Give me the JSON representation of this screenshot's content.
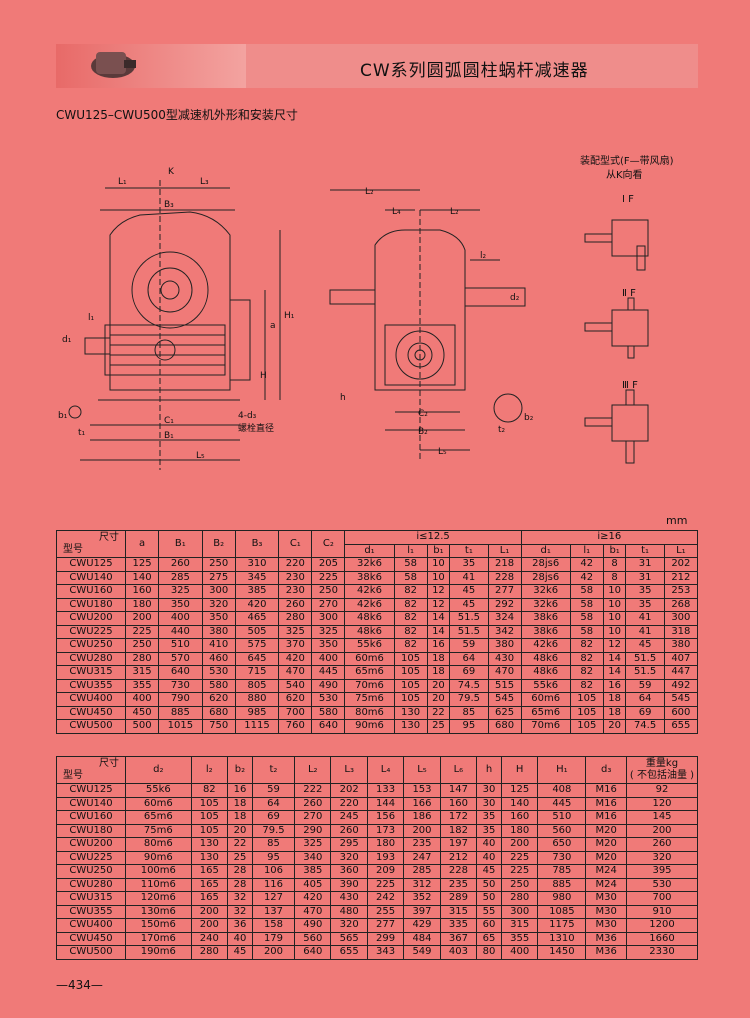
{
  "header": {
    "title": "CW系列圆弧圆柱蜗杆减速器"
  },
  "subtitle": "CWU125–CWU500型减速机外形和安装尺寸",
  "unit": "mm",
  "drawing": {
    "labels": {
      "K": "K",
      "L1": "L₁",
      "L3": "L₃",
      "B3": "B₃",
      "a": "a",
      "H1": "H₁",
      "H": "H",
      "l1": "l₁",
      "d1": "d₁",
      "b1": "b₁",
      "t1": "t₁",
      "C1": "C₁",
      "B1": "B₁",
      "L5": "L₅",
      "bolt": "4-d₃",
      "bolt_text": "螺栓直径",
      "L2": "L₂",
      "L4": "L₄",
      "L2b": "L₂",
      "l2": "l₂",
      "d2": "d₂",
      "h": "h",
      "C2": "C₂",
      "B2": "B₂",
      "L5b": "L₅",
      "t2": "t₂",
      "b2": "b₂"
    },
    "assembly_title": "装配型式(F—带风扇)",
    "assembly_sub": "从K向看",
    "assembly_types": [
      "Ⅰ F",
      "Ⅱ F",
      "Ⅲ F"
    ]
  },
  "table1": {
    "corner_top": "尺寸",
    "corner_bottom": "型号",
    "headers": [
      "a",
      "B₁",
      "B₂",
      "B₃",
      "C₁",
      "C₂"
    ],
    "group1": "i≤12.5",
    "group2": "i≥16",
    "subheaders": [
      "d₁",
      "l₁",
      "b₁",
      "t₁",
      "L₁",
      "d₁",
      "l₁",
      "b₁",
      "t₁",
      "L₁"
    ],
    "rows": [
      [
        "CWU125",
        "125",
        "260",
        "250",
        "310",
        "220",
        "205",
        "32k6",
        "58",
        "10",
        "35",
        "218",
        "28js6",
        "42",
        "8",
        "31",
        "202"
      ],
      [
        "CWU140",
        "140",
        "285",
        "275",
        "345",
        "230",
        "225",
        "38k6",
        "58",
        "10",
        "41",
        "228",
        "28js6",
        "42",
        "8",
        "31",
        "212"
      ],
      [
        "CWU160",
        "160",
        "325",
        "300",
        "385",
        "230",
        "250",
        "42k6",
        "82",
        "12",
        "45",
        "277",
        "32k6",
        "58",
        "10",
        "35",
        "253"
      ],
      [
        "CWU180",
        "180",
        "350",
        "320",
        "420",
        "260",
        "270",
        "42k6",
        "82",
        "12",
        "45",
        "292",
        "32k6",
        "58",
        "10",
        "35",
        "268"
      ],
      [
        "CWU200",
        "200",
        "400",
        "350",
        "465",
        "280",
        "300",
        "48k6",
        "82",
        "14",
        "51.5",
        "324",
        "38k6",
        "58",
        "10",
        "41",
        "300"
      ],
      [
        "CWU225",
        "225",
        "440",
        "380",
        "505",
        "325",
        "325",
        "48k6",
        "82",
        "14",
        "51.5",
        "342",
        "38k6",
        "58",
        "10",
        "41",
        "318"
      ],
      [
        "CWU250",
        "250",
        "510",
        "410",
        "575",
        "370",
        "350",
        "55k6",
        "82",
        "16",
        "59",
        "380",
        "42k6",
        "82",
        "12",
        "45",
        "380"
      ],
      [
        "CWU280",
        "280",
        "570",
        "460",
        "645",
        "420",
        "400",
        "60m6",
        "105",
        "18",
        "64",
        "430",
        "48k6",
        "82",
        "14",
        "51.5",
        "407"
      ],
      [
        "CWU315",
        "315",
        "640",
        "530",
        "715",
        "470",
        "445",
        "65m6",
        "105",
        "18",
        "69",
        "470",
        "48k6",
        "82",
        "14",
        "51.5",
        "447"
      ],
      [
        "CWU355",
        "355",
        "730",
        "580",
        "805",
        "540",
        "490",
        "70m6",
        "105",
        "20",
        "74.5",
        "515",
        "55k6",
        "82",
        "16",
        "59",
        "492"
      ],
      [
        "CWU400",
        "400",
        "790",
        "620",
        "880",
        "620",
        "530",
        "75m6",
        "105",
        "20",
        "79.5",
        "545",
        "60m6",
        "105",
        "18",
        "64",
        "545"
      ],
      [
        "CWU450",
        "450",
        "885",
        "680",
        "985",
        "700",
        "580",
        "80m6",
        "130",
        "22",
        "85",
        "625",
        "65m6",
        "105",
        "18",
        "69",
        "600"
      ],
      [
        "CWU500",
        "500",
        "1015",
        "750",
        "1115",
        "760",
        "640",
        "90m6",
        "130",
        "25",
        "95",
        "680",
        "70m6",
        "105",
        "20",
        "74.5",
        "655"
      ]
    ]
  },
  "table2": {
    "corner_top": "尺寸",
    "corner_bottom": "型号",
    "headers": [
      "d₂",
      "l₂",
      "b₂",
      "t₂",
      "L₂",
      "L₃",
      "L₄",
      "L₅",
      "L₆",
      "h",
      "H",
      "H₁",
      "d₃",
      "重量kg\n(不包括油量)"
    ],
    "weight_line1": "重量kg",
    "weight_line2": "( 不包括油量 )",
    "rows": [
      [
        "CWU125",
        "55k6",
        "82",
        "16",
        "59",
        "222",
        "202",
        "133",
        "153",
        "147",
        "30",
        "125",
        "408",
        "M16",
        "92"
      ],
      [
        "CWU140",
        "60m6",
        "105",
        "18",
        "64",
        "260",
        "220",
        "144",
        "166",
        "160",
        "30",
        "140",
        "445",
        "M16",
        "120"
      ],
      [
        "CWU160",
        "65m6",
        "105",
        "18",
        "69",
        "270",
        "245",
        "156",
        "186",
        "172",
        "35",
        "160",
        "510",
        "M16",
        "145"
      ],
      [
        "CWU180",
        "75m6",
        "105",
        "20",
        "79.5",
        "290",
        "260",
        "173",
        "200",
        "182",
        "35",
        "180",
        "560",
        "M20",
        "200"
      ],
      [
        "CWU200",
        "80m6",
        "130",
        "22",
        "85",
        "325",
        "295",
        "180",
        "235",
        "197",
        "40",
        "200",
        "650",
        "M20",
        "260"
      ],
      [
        "CWU225",
        "90m6",
        "130",
        "25",
        "95",
        "340",
        "320",
        "193",
        "247",
        "212",
        "40",
        "225",
        "730",
        "M20",
        "320"
      ],
      [
        "CWU250",
        "100m6",
        "165",
        "28",
        "106",
        "385",
        "360",
        "209",
        "285",
        "228",
        "45",
        "225",
        "785",
        "M24",
        "395"
      ],
      [
        "CWU280",
        "110m6",
        "165",
        "28",
        "116",
        "405",
        "390",
        "225",
        "312",
        "235",
        "50",
        "250",
        "885",
        "M24",
        "530"
      ],
      [
        "CWU315",
        "120m6",
        "165",
        "32",
        "127",
        "420",
        "430",
        "242",
        "352",
        "289",
        "50",
        "280",
        "980",
        "M30",
        "700"
      ],
      [
        "CWU355",
        "130m6",
        "200",
        "32",
        "137",
        "470",
        "480",
        "255",
        "397",
        "315",
        "55",
        "300",
        "1085",
        "M30",
        "910"
      ],
      [
        "CWU400",
        "150m6",
        "200",
        "36",
        "158",
        "490",
        "320",
        "277",
        "429",
        "335",
        "60",
        "315",
        "1175",
        "M30",
        "1200"
      ],
      [
        "CWU450",
        "170m6",
        "240",
        "40",
        "179",
        "560",
        "565",
        "299",
        "484",
        "367",
        "65",
        "355",
        "1310",
        "M36",
        "1660"
      ],
      [
        "CWU500",
        "190m6",
        "280",
        "45",
        "200",
        "640",
        "655",
        "343",
        "549",
        "403",
        "80",
        "400",
        "1450",
        "M36",
        "2330"
      ]
    ]
  },
  "footer": {
    "page": "—434—"
  }
}
